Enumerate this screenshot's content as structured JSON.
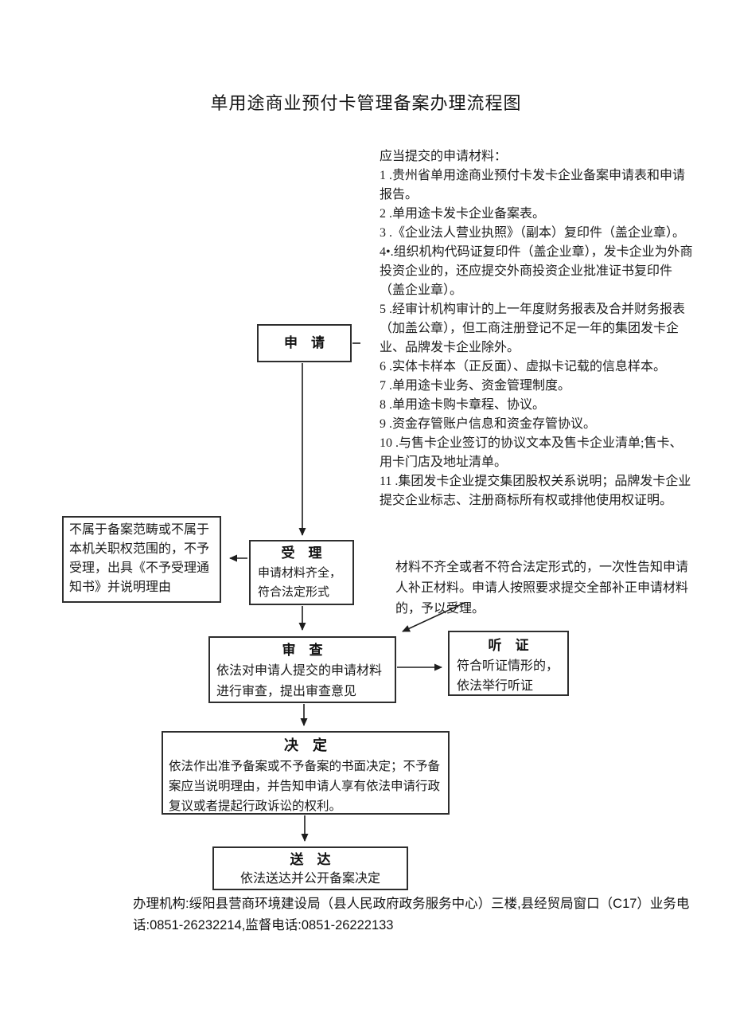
{
  "doc": {
    "title": "单用途商业预付卡管理备案办理流程图"
  },
  "materials": {
    "heading": "应当提交的申请材料：",
    "items": [
      "1 .贵州省单用途商业预付卡发卡企业备案申请表和申请报告。",
      "2 .单用途卡发卡企业备案表。",
      "3 .《企业法人营业执照》（副本）复印件（盖企业章）。",
      "4•.组织机构代码证复印件（盖企业章），发卡企业为外商投资企业的，还应提交外商投资企业批准证书复印件（盖企业章）。",
      "5 .经审计机构审计的上一年度财务报表及合并财务报表（加盖公章），但工商注册登记不足一年的集团发卡企业、品牌发卡企业除外。",
      "6 .实体卡样本（正反面）、虚拟卡记载的信息样本。",
      "7 .单用途卡业务、资金管理制度。",
      "8 .单用途卡购卡章程、协议。",
      "9 .资金存管账户信息和资金存管协议。",
      "10 .与售卡企业签订的协议文本及售卡企业清单;售卡、用卡门店及地址清单。",
      "11 .集团发卡企业提交集团股权关系说明；品牌发卡企业提交企业标志、注册商标所有权或排他使用权证明。"
    ]
  },
  "flow": {
    "apply": {
      "title": "申　请"
    },
    "reject": {
      "body": "不属于备案范畴或不属于本机关职权范围的，不予受理，出具《不予受理通知书》并说明理由"
    },
    "accept": {
      "title": "受　理",
      "body": "申请材料齐全，符合法定形式"
    },
    "note": "材料不齐全或者不符合法定形式的，一次性告知申请人补正材料。申请人按照要求提交全部补正申请材料的，予以受理。",
    "review": {
      "title": "审　查",
      "body": "依法对申请人提交的申请材料进行审查，提出审查意见"
    },
    "hearing": {
      "title": "听　证",
      "body": "符合听证情形的，依法举行听证"
    },
    "decision": {
      "title": "决　定",
      "body": "依法作出准予备案或不予备案的书面决定；不予备案应当说明理由，并告知申请人享有依法申请行政复议或者提起行政诉讼的权利。"
    },
    "delivery": {
      "title": "送　达",
      "body": "依法送达并公开备案决定"
    }
  },
  "footer": {
    "text": "办理机构:绥阳县营商环境建设局（县人民政府政务服务中心）三楼,县经贸局窗口（C17）业务电话:0851-26232214,监督电话:0851-26222133"
  }
}
